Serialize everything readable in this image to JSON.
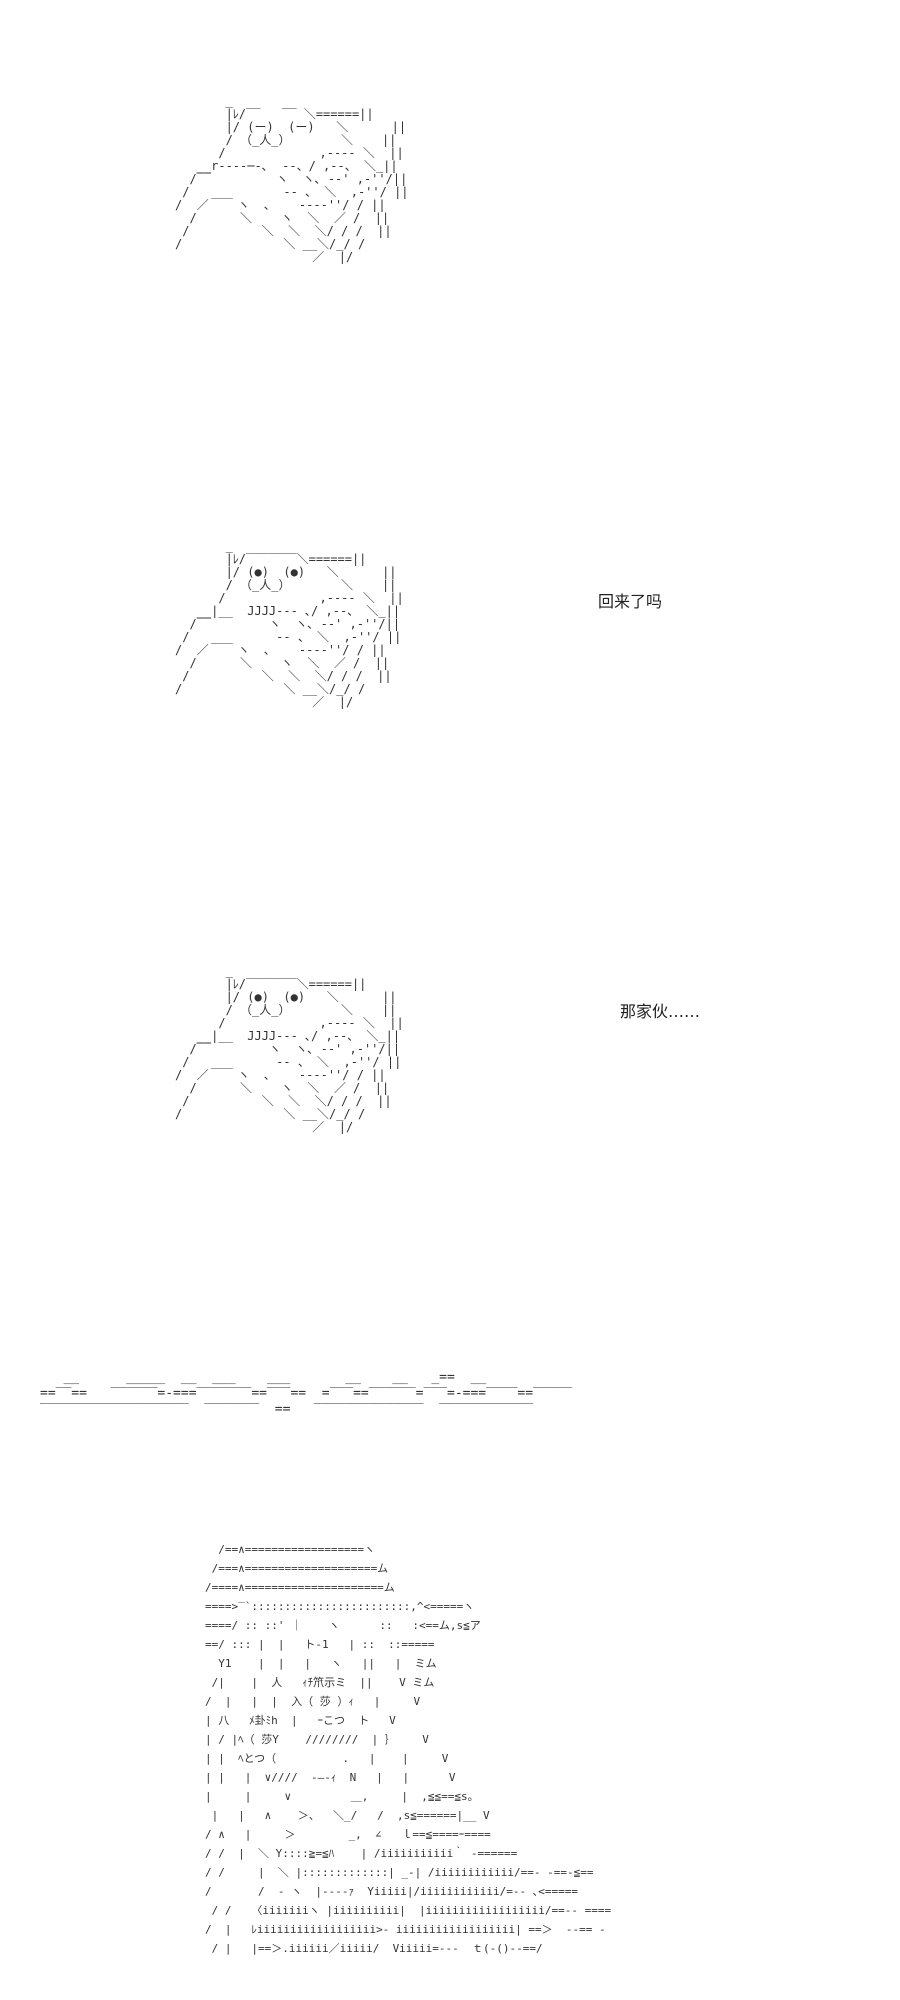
{
  "panels": [
    {
      "art": "       _\n       |ﾚ/‾‾   ‾‾ ＼======||\n       |/ (ー)  (ー)   ＼      ||\n       / （_人_）       ＼    ||\n      /             ,-‐‐- ＼  ||\n   __r‐‐‐‐─-､  ‐-、/ ,‐-、 ＼_||\n  /‾‾         ヽ  ヽ､ ‐-' ,-''/||\n /   ___       ‐- 、 ＼  ,-''/ ||\n/  ／    ヽ  ､    ‐-‐-''/ / ||\n  /      ＼    ヽ  ＼  ／ /  ||\n /          ＼  ＼  ＼/ / /  ||\n/              ＼ __＼/_/ /\n                   ／  |/",
      "caption": ""
    },
    {
      "art": "       _\n       |ﾚ/‾‾‾‾‾‾‾＼======||\n       |/ (●)  (●)   ＼      ||\n       / （_人_）       ＼    ||\n      /             ,-‐‐- ＼  ||\n   __|__  JJJJ‐‐‐ ､/ ,‐-、 ＼_||\n  /‾‾        ヽ  ヽ､ ‐-' ,-''/||\n /   ___      ‐- 、 ＼  ,-''/ ||\n/  ／    ヽ  ､    ‐-‐-''/ / ||\n  /      ＼    ヽ  ＼  ／ /  ||\n /          ＼  ＼  ＼/ / /  ||\n/              ＼ __＼/_/ /\n                   ／  |/",
      "caption": "回来了吗"
    },
    {
      "art": "       _\n       |ﾚ/‾‾‾‾‾‾‾＼======||\n       |/ (●)  (●)   ＼      ||\n       / （_人_）       ＼    ||\n      /             ,-‐‐- ＼  ||\n   __|__  JJJJ‐‐‐ ､/ ,‐-、 ＼_||\n  /‾‾        ヽ  ヽ､ ‐-' ,-''/||\n /   ___      ‐- 、 ＼  ,-''/ ||\n/  ／    ヽ  ､    ‐-‐-''/ / ||\n  /      ＼    ヽ  ＼  ／ /  ||\n /          ＼  ＼  ＼/ / /  ||\n/              ＼ __＼/_/ /\n                   ／  |/",
      "caption": "那家伙……"
    }
  ],
  "divider_art": "   __      _____  __  ___    ___       __    __   _==  __\n==‾‾==   ‾‾‾‾‾‾=‐===‾‾‾‾‾‾‾==‾‾‾==  =‾‾‾==‾‾‾‾‾‾=‾‾‾=‐===‾‾‾‾==‾‾‾‾‾\n‾‾‾‾‾‾‾‾‾‾‾‾‾‾‾‾‾‾‾  ‾‾‾‾‾‾‾  ==   ‾‾‾‾‾‾‾‾‾‾‾‾‾‾  ‾‾‾‾‾‾‾‾‾‾‾‾",
  "final_art": "  /==∧==================ヽ\n /===∧====================ム\n/====∧=====================ム\n====>‾`::::::::::::::::::::::::,^<=====ヽ\n====/ :: ::' ｜    ヽ      ::   :<==ム,s≦ア\n==/ ::: |  |   ト-1   | ::  ::=====\n  Y1    |  |   |   ヽ   ||   |  ミム\n /|    |  人   ｨﾁ笊示ミ  ||    V ミム\n/  |   |  |  入（ 莎 ）ｨ   |     V\n| 八   ﾒ卦ﾐh  |   ｰこつ  ト   V\n| / |ﾍ（ 莎Y    ////////  | ｝    V\n| |  ﾍとつ（          .   |    |     V\n| |   |  ∨////  -―‐ｨ  N   |   |      V\n|     |     ∨         ＿,     |  ,≦≦==≦s。\n |   |   ∧    ＞、  ＼_/   /  ,s≦======|__ V\n/ ∧   |     ＞        _,  ∠   ｌ==≦====ｰ====\n/ /  |  ＼ Y::::≧=≦ﾊ    | /iiiiiiiiiii｀ ‐======\n/ /     |  ＼ |:::::::::::::| _‐| /iiiiiiiiiiii/==‐ ‐==‐≦==\n/       /  ‐ ヽ  |‐‐‐‐ｧ  Yiiiii|/iiiiiiiiiiii/=‐- ､<=====\n / /   〈iiiiiiiヽ |iiiiiiiiii|  |iiiiiiiiiiiiiiiiii/==‐‐ ====\n/  |   ﾚiiiiiiiiiiiiiiiiii>‐ iiiiiiiiiiiiiiiiii| ==＞  ‐‐== ‐\n / |   |==＞.iiiiii／iiiii/  Viiiii=‐‐-  ｔ(‐()‐‐==/"
}
